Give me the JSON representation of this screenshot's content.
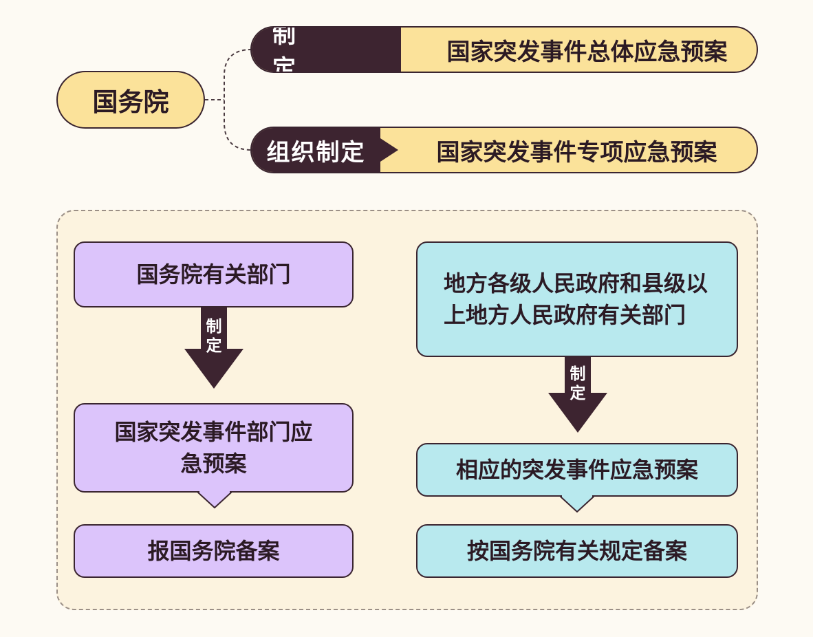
{
  "root": {
    "label": "国务院"
  },
  "branches": [
    {
      "verb": "制　定",
      "object": "国家突发事件总体应急预案"
    },
    {
      "verb": "组织制定",
      "object": "国家突发事件专项应急预案"
    }
  ],
  "left_column": {
    "source": "国务院有关部门",
    "arrow_label_1": "制",
    "arrow_label_2": "定",
    "result": "国家突发事件部门应急预案",
    "filing": "报国务院备案"
  },
  "right_column": {
    "source": "地方各级人民政府和县级以上地方人民政府有关部门",
    "arrow_label_1": "制",
    "arrow_label_2": "定",
    "result": "相应的突发事件应急预案",
    "filing": "按国务院有关规定备案"
  },
  "colors": {
    "dark": "#3d2430",
    "yellow": "#fbe29a",
    "purple": "#dcc4fb",
    "cyan": "#b8e9ee",
    "panel": "#fcf3df"
  }
}
